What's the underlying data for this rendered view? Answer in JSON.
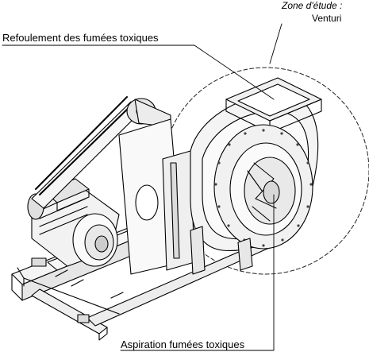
{
  "labels": {
    "study_zone_line1": "Zone d'étude :",
    "study_zone_line2": "Venturi",
    "discharge": "Refoulement des fumées toxiques",
    "suction": "Aspiration fumées toxiques"
  }
}
